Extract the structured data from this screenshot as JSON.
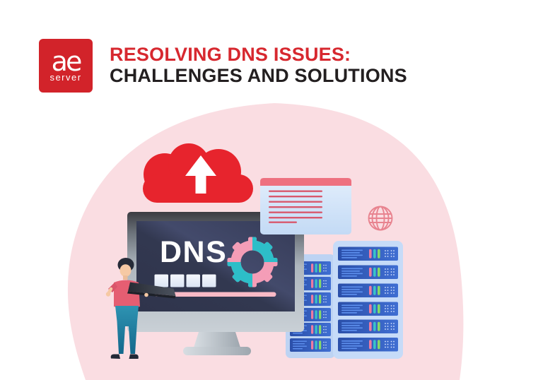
{
  "header": {
    "logo": {
      "text_main": "ae",
      "text_sub": "server",
      "bg_color": "#d2232a"
    },
    "title": {
      "line1": "RESOLVING DNS ISSUES:",
      "line2": "CHALLENGES AND SOLUTIONS",
      "line1_color": "#d7282f",
      "line2_color": "#231f20"
    }
  },
  "illustration": {
    "background_blob_color": "#fadde2",
    "screen_label": "DNS",
    "cloud": {
      "icon": "cloud-upload-icon",
      "color": "#e7242d"
    },
    "globe": {
      "icon": "globe-icon",
      "color": "#e8838f"
    },
    "gear": {
      "icon": "gear-icon",
      "pink": "#f49db7",
      "teal": "#2dbec8"
    },
    "monitor": {
      "screen_color": "#353b57",
      "bezel_color": "#b9c1c9",
      "loading_squares": 4,
      "underline_color": "#f9bac6"
    },
    "document_window": {
      "header_color": "#ee7180",
      "body_color": "#d9e9fb",
      "line_color": "#d8586d",
      "line_count": 7
    },
    "server_racks": [
      {
        "name": "back-rack",
        "units": 6
      },
      {
        "name": "front-rack",
        "units": 6
      }
    ],
    "server_unit_bar_colors": [
      "#ee7ba0",
      "#38c2c9",
      "#86da68"
    ],
    "person": {
      "shirt_color": "#e55e72",
      "pants_color": "#1f85a8"
    }
  }
}
